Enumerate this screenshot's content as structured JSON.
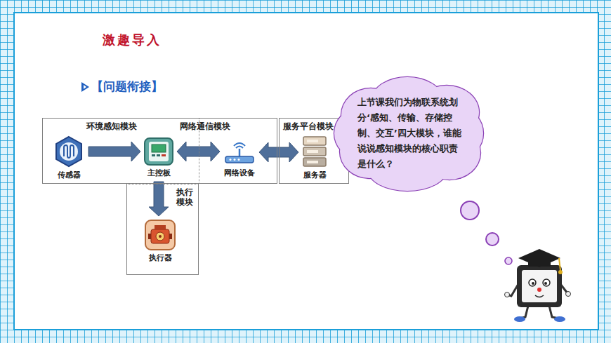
{
  "diagram": {
    "title": "激趣导入",
    "nodes": [
      {
        "text": [
          "环境感知模块"
        ]
      },
      {
        "text": [
          "传感器"
        ],
        "in": 0
      },
      {
        "text": [
          "主控板"
        ],
        "in": 0
      },
      {
        "text": [
          "网络通信模块"
        ]
      },
      {
        "text": [
          "网络设备"
        ],
        "in": 3
      },
      {
        "text": [
          "服务平台模块"
        ]
      },
      {
        "text": [
          "服务器"
        ],
        "in": 5
      },
      {
        "text": [
          "执行模块"
        ]
      },
      {
        "text": [
          "执行器"
        ],
        "in": 7
      },
      {
        "text": [
          "上节课我们为物联系统划分‘感知、传输、存储控制、交互’四大模块，谁能说说感知模块的核心职责是什么？"
        ]
      }
    ],
    "edges": [
      {
        "from": 1,
        "to": 2,
        "arrow": "to"
      },
      {
        "from": 2,
        "to": 4,
        "arrow": "both"
      },
      {
        "from": 4,
        "to": 6,
        "arrow": "both"
      },
      {
        "from": 2,
        "to": 8,
        "arrow": "to"
      }
    ],
    "labels": [
      "【问题衔接】"
    ]
  }
}
